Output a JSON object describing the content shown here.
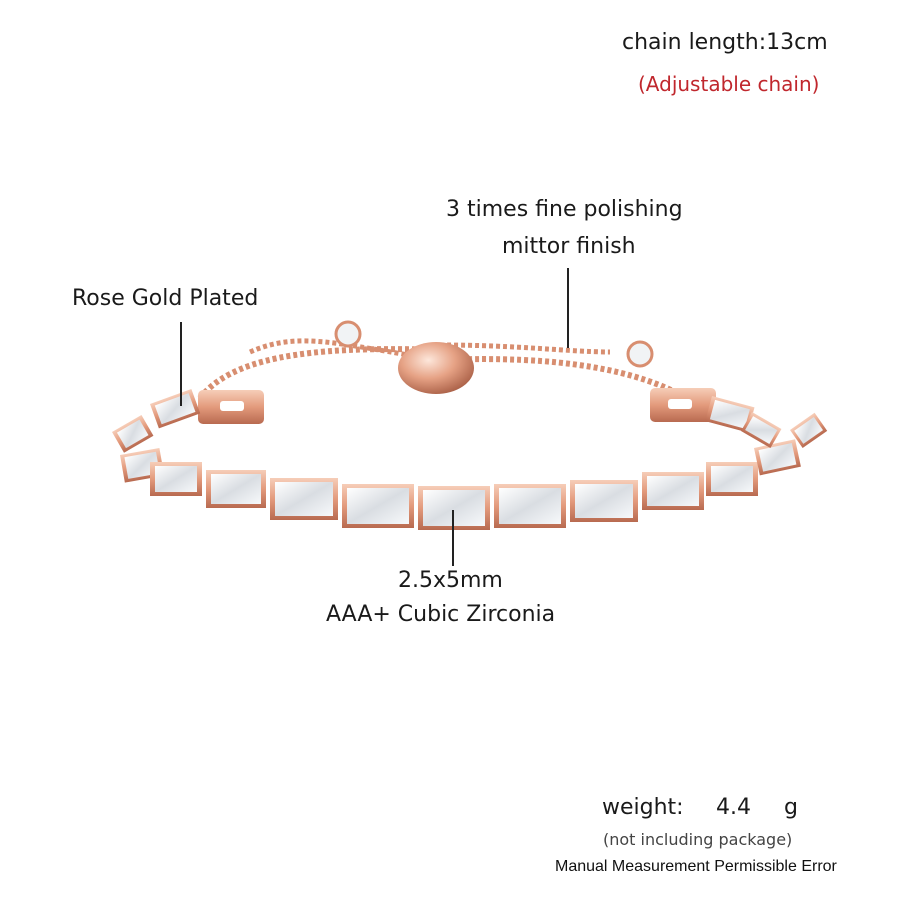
{
  "labels": {
    "chain_length": "chain length:13cm",
    "adjustable": "(Adjustable chain)",
    "polish_line1": "3 times fine polishing",
    "polish_line2": "mittor finish",
    "rose_gold": "Rose Gold Plated",
    "size_line1": "2.5x5mm",
    "size_line2": "AAA+ Cubic Zirconia",
    "weight_label": "weight:",
    "weight_value": "4.4",
    "weight_unit": "g",
    "not_including": "(not including package)",
    "error_note": "Manual Measurement Permissible Error"
  },
  "colors": {
    "accent_red": "#c0272d",
    "rose_gold": "#e8a88c",
    "rose_gold_dark": "#c77c60",
    "stone": "#f4f6f8"
  }
}
